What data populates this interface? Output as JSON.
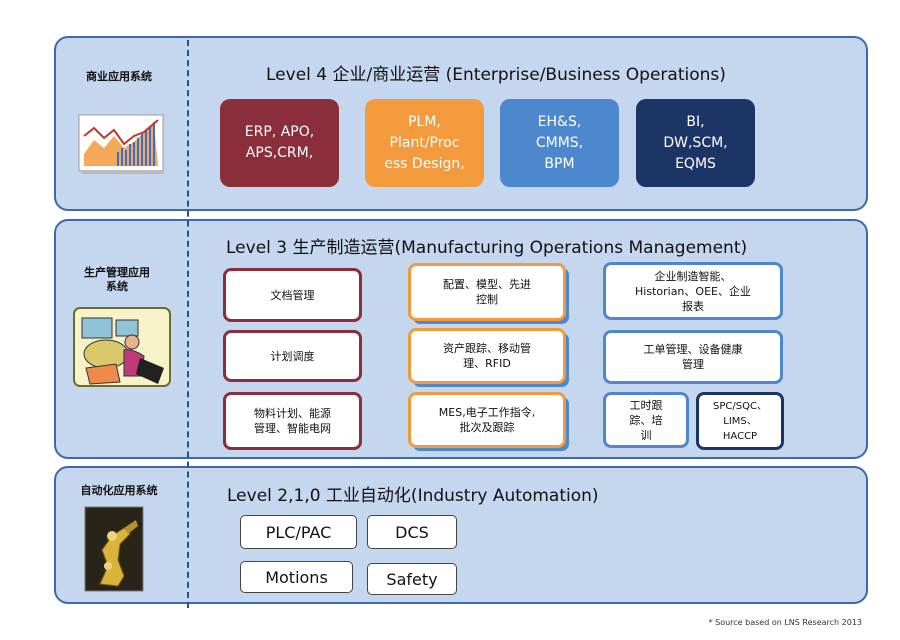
{
  "layer4": {
    "side_label": "商业应用系统",
    "title": "Level 4 企业/商业运营 (Enterprise/Business Operations)",
    "boxes": [
      {
        "lines": [
          "ERP, APO,",
          "APS,CRM,"
        ],
        "color": "#8b2e3b"
      },
      {
        "lines": [
          "PLM,",
          "Plant/Proc",
          "ess Design,"
        ],
        "color": "#f39a3c"
      },
      {
        "lines": [
          "EH&S,",
          "CMMS,",
          "BPM"
        ],
        "color": "#4d88cf"
      },
      {
        "lines": [
          "BI,",
          "DW,SCM,",
          "EQMS"
        ],
        "color": "#1d3566"
      }
    ]
  },
  "layer3": {
    "side_label_line1": "生产管理应用",
    "side_label_line2": "系统",
    "title": "Level 3 生产制造运营(Manufacturing Operations Management)",
    "col1": [
      {
        "lines": [
          "文档管理"
        ]
      },
      {
        "lines": [
          "计划调度"
        ]
      },
      {
        "lines": [
          "物料计划、能源",
          "管理、智能电网"
        ]
      }
    ],
    "col2": [
      {
        "lines": [
          "配置、模型、先进",
          "控制"
        ]
      },
      {
        "lines": [
          "资产跟踪、移动管",
          "理、RFID"
        ]
      },
      {
        "lines": [
          "MES,电子工作指令,",
          "批次及跟踪"
        ]
      }
    ],
    "col3": [
      {
        "lines": [
          "企业制造智能、",
          "Historian、OEE、企业",
          "报表"
        ]
      },
      {
        "lines": [
          "工单管理、设备健康",
          "管理"
        ]
      },
      {
        "lines": [
          "工时跟",
          "踪、培",
          "训"
        ]
      },
      {
        "lines": [
          "SPC/SQC、",
          "LIMS、",
          "HACCP"
        ]
      }
    ]
  },
  "layer2": {
    "side_label": "自动化应用系统",
    "title": "Level 2,1,0 工业自动化(Industry Automation)",
    "boxes": [
      "PLC/PAC",
      "DCS",
      "Motions",
      "Safety"
    ]
  },
  "footer": {
    "source": "* Source based on LNS Research 2013"
  }
}
